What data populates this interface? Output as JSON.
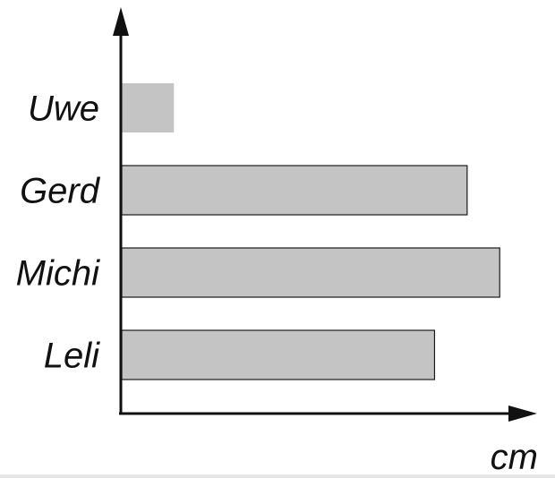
{
  "chart_data": {
    "type": "bar",
    "orientation": "horizontal",
    "categories": [
      "Uwe",
      "Gerd",
      "Michi",
      "Leli"
    ],
    "values": [
      16,
      106,
      116,
      96
    ],
    "xlabel": "cm",
    "ylabel": "",
    "xlim": [
      0,
      125
    ],
    "grid": false,
    "legend": "none",
    "colors": {
      "bar_fill": "#c4c4c4",
      "bar_stroke": "#1a1a1a",
      "axis": "#111111",
      "text": "#111111"
    }
  }
}
